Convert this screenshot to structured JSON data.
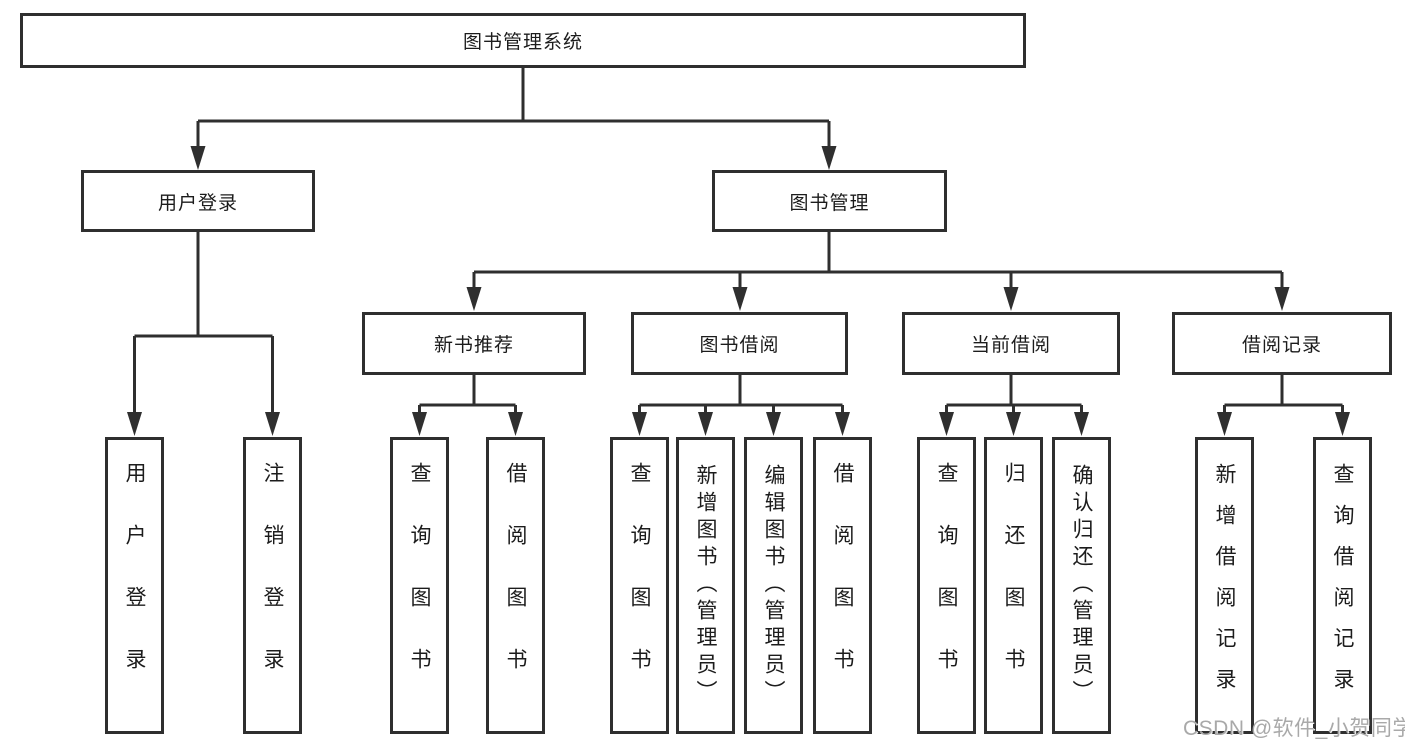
{
  "colors": {
    "line": "#2f2f2f",
    "text": "#1c1c1c",
    "watermark": "#a9a9a9",
    "background": "#ffffff"
  },
  "watermark": "CSDN @软件_小贺同学",
  "tree": {
    "root": {
      "label": "图书管理系统"
    },
    "branches": [
      {
        "label": "用户登录",
        "children": [
          {
            "label": "用户登录"
          },
          {
            "label": "注销登录"
          }
        ]
      },
      {
        "label": "图书管理",
        "children": [
          {
            "label": "新书推荐",
            "children": [
              {
                "label": "查询图书"
              },
              {
                "label": "借阅图书"
              }
            ]
          },
          {
            "label": "图书借阅",
            "children": [
              {
                "label": "查询图书"
              },
              {
                "label": "新增图书（管理员）"
              },
              {
                "label": "编辑图书（管理员）"
              },
              {
                "label": "借阅图书"
              }
            ]
          },
          {
            "label": "当前借阅",
            "children": [
              {
                "label": "查询图书"
              },
              {
                "label": "归还图书"
              },
              {
                "label": "确认归还（管理员）"
              }
            ]
          },
          {
            "label": "借阅记录",
            "children": [
              {
                "label": "新增借阅记录"
              },
              {
                "label": "查询借阅记录"
              }
            ]
          }
        ]
      }
    ]
  }
}
